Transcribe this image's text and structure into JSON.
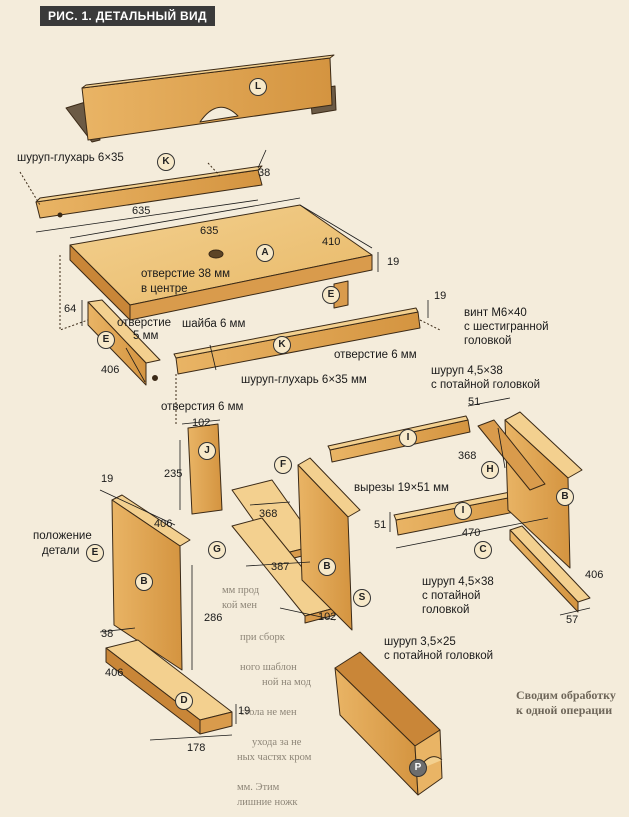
{
  "header": {
    "title": "РИС. 1. ДЕТАЛЬНЫЙ ВИД"
  },
  "parts": {
    "L": "L",
    "K1": "K",
    "A": "A",
    "E1": "E",
    "K2": "K",
    "E2": "E",
    "I1": "I",
    "H": "H",
    "B1": "B",
    "I2": "I",
    "J": "J",
    "F": "F",
    "G": "G",
    "B2": "B",
    "S": "S",
    "C": "C",
    "B3": "B",
    "D": "D",
    "P": "P"
  },
  "labels": {
    "lag_screw_top": "шуруп-глухарь 6×35",
    "hole_38": "отверстие 38 мм",
    "hole_38_b": "в центре",
    "machine_screw": "винт М6×40",
    "machine_screw_b": "с шестигранной",
    "machine_screw_c": "головкой",
    "hole5": "отверстие",
    "hole5_b": "5 мм",
    "washer": "шайба 6 мм",
    "hole6": "отверстие 6 мм",
    "lag_screw_mid": "шуруп-глухарь 6×35 мм",
    "holes6": "отверстия 6 мм",
    "screw45_top": "шуруп 4,5×38",
    "screw45_top_b": "с потайной головкой",
    "cutouts": "вырезы 19×51 мм",
    "position": "положение",
    "position_b": "детали",
    "screw45_low": "шуруп 4,5×38",
    "screw45_low_b": "с потайной",
    "screw45_low_c": "головкой",
    "screw35": "шуруп 3,5×25",
    "screw35_b": "с потайной головкой"
  },
  "dims": {
    "d38": "38",
    "d635a": "635",
    "d635b": "635",
    "d410": "410",
    "d19a": "19",
    "d19b": "19",
    "d64": "64",
    "d406a": "406",
    "d51a": "51",
    "d368a": "368",
    "d51b": "51",
    "d470": "470",
    "d406b": "406",
    "d57": "57",
    "d102a": "102",
    "d235": "235",
    "d19c": "19",
    "d406c": "406",
    "d368b": "368",
    "d387": "387",
    "d102b": "102",
    "d286": "286",
    "d38b": "38",
    "d406d": "406",
    "d19d": "19",
    "d178": "178"
  },
  "background_text": {
    "heading": "Сводим обработку",
    "heading_b": "к одной операции",
    "lines": [
      "мм прод",
      "кой мен",
      "при сборк",
      "ного шаблон",
      "ной на мод",
      "стола не мен",
      "ухода за не",
      "ных частях кром",
      "мм. Этим",
      "лишние ножк"
    ]
  },
  "colors": {
    "wood_top": "#efc67f",
    "wood_side": "#d99b4c",
    "wood_dark": "#b9762f",
    "outline": "#3b2a17",
    "background": "#f4ecdb"
  }
}
